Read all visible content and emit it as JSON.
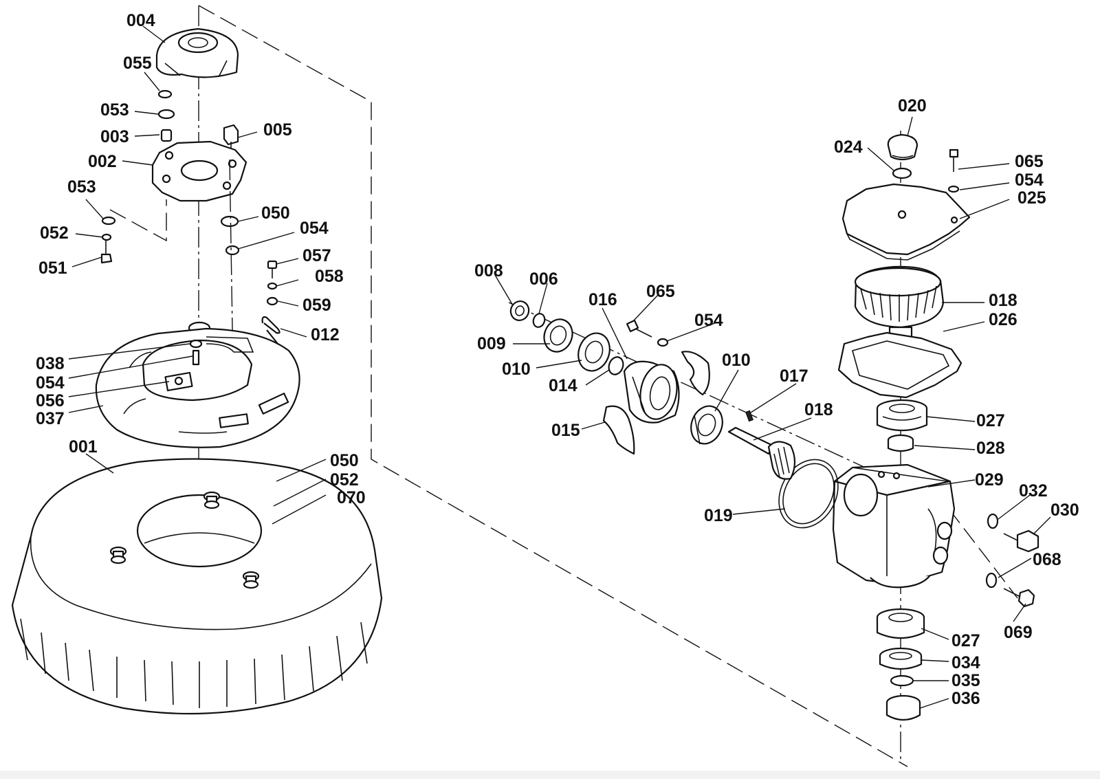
{
  "labels": {
    "c001": "001",
    "c002": "002",
    "c003": "003",
    "c004": "004",
    "c005": "005",
    "c006": "006",
    "c008": "008",
    "c009": "009",
    "c010a": "010",
    "c010b": "010",
    "c012": "012",
    "c014": "014",
    "c015": "015",
    "c016": "016",
    "c017": "017",
    "c018a": "018",
    "c018b": "018",
    "c019": "019",
    "c020": "020",
    "c024": "024",
    "c025": "025",
    "c026": "026",
    "c027a": "027",
    "c027b": "027",
    "c028": "028",
    "c029": "029",
    "c030": "030",
    "c032": "032",
    "c034": "034",
    "c035": "035",
    "c036": "036",
    "c037": "037",
    "c038": "038",
    "c050a": "050",
    "c050b": "050",
    "c051": "051",
    "c052a": "052",
    "c052b": "052",
    "c053a": "053",
    "c053b": "053",
    "c054a": "054",
    "c054b": "054",
    "c054c": "054",
    "c054d": "054",
    "c055": "055",
    "c056": "056",
    "c057": "057",
    "c058": "058",
    "c059": "059",
    "c065a": "065",
    "c065b": "065",
    "c068": "068",
    "c069": "069",
    "c070": "070"
  }
}
